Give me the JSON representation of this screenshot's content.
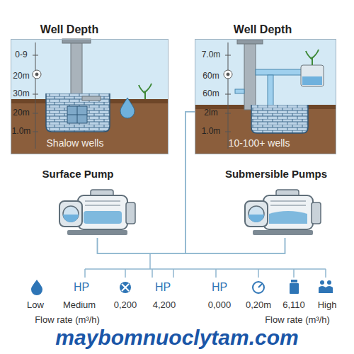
{
  "diagram": {
    "nodes": [
      {
        "text": [
          "Well Depth",
          "Shalow wells"
        ]
      },
      {
        "text": [
          "Well Depth",
          "10-100+ wells"
        ]
      },
      {
        "text": [
          "Surface Pump"
        ]
      },
      {
        "text": [
          "Submersible Pumps"
        ]
      }
    ],
    "edges": [
      {
        "from": 1,
        "to": 2,
        "arrow": "none"
      },
      {
        "from": 1,
        "to": 3,
        "arrow": "none"
      },
      {
        "from": 2,
        "to": 3,
        "arrow": "none"
      }
    ],
    "labels": [
      "0-9",
      "20m",
      "30m",
      "20m",
      "1.0m",
      "7.0m",
      "60m",
      "60m",
      "2lm",
      "1.0m",
      "Low",
      "HP",
      "Medium",
      "0,200",
      "HP",
      "4,200",
      "HP",
      "0,000",
      "0,20m",
      "6,110",
      "High",
      "Flow rate (m³/h)",
      "Flow rate (m³/h)",
      "maybomnuoclytam.com"
    ]
  }
}
